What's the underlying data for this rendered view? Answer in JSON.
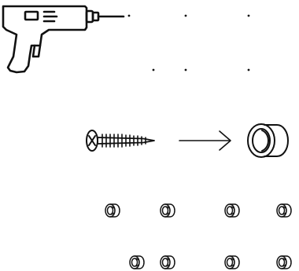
{
  "colors": {
    "ink": "#111111",
    "background": "#ffffff"
  },
  "icons": {
    "drill": "drill-icon",
    "screw": "screw-icon",
    "arrow": "arrow-right-icon",
    "anchor": "wall-anchor-icon",
    "small_anchor": "small-wall-anchor-icon",
    "hole": "drill-hole-marker"
  },
  "diagram": {
    "drill_hole_count": 6,
    "anchor_row_1_count": 4,
    "anchor_row_2_count": 4
  }
}
